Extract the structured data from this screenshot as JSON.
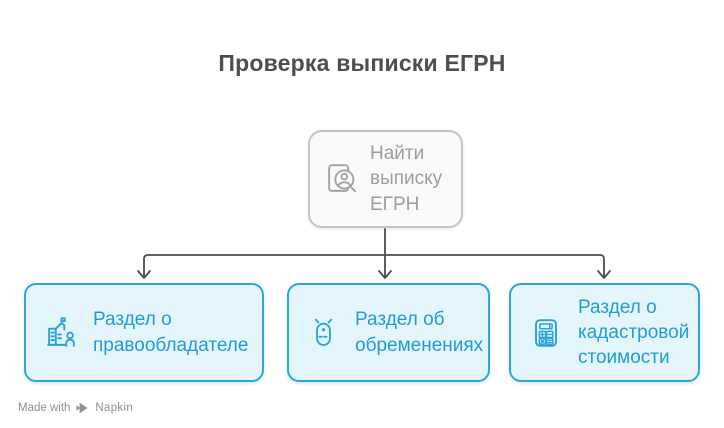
{
  "title": "Проверка выписки ЕГРН",
  "root_node": {
    "label": "Найти выписку ЕГРН",
    "icon": "document-person-search-icon"
  },
  "children": [
    {
      "label": "Раздел о правообладателе",
      "icon": "building-owner-icon"
    },
    {
      "label": "Раздел об обременениях",
      "icon": "encumbrance-seal-icon"
    },
    {
      "label": "Раздел о кадастровой стоимости",
      "icon": "calculator-icon"
    }
  ],
  "footer": {
    "made_with_label": "Made with",
    "brand": "Napkin",
    "logo_icon": "napkin-logo-icon"
  },
  "colors": {
    "background": "#ffffff",
    "title_text": "#4e4e4e",
    "connector": "#4d4d4d",
    "root_fill": "#fafafa",
    "root_border": "#c5c5c5",
    "root_text": "#9d9d9d",
    "child_fill": "#e4f5fc",
    "child_border": "#2ba7dc",
    "child_text": "#219cd6",
    "footer_text": "#8f8f8f"
  }
}
